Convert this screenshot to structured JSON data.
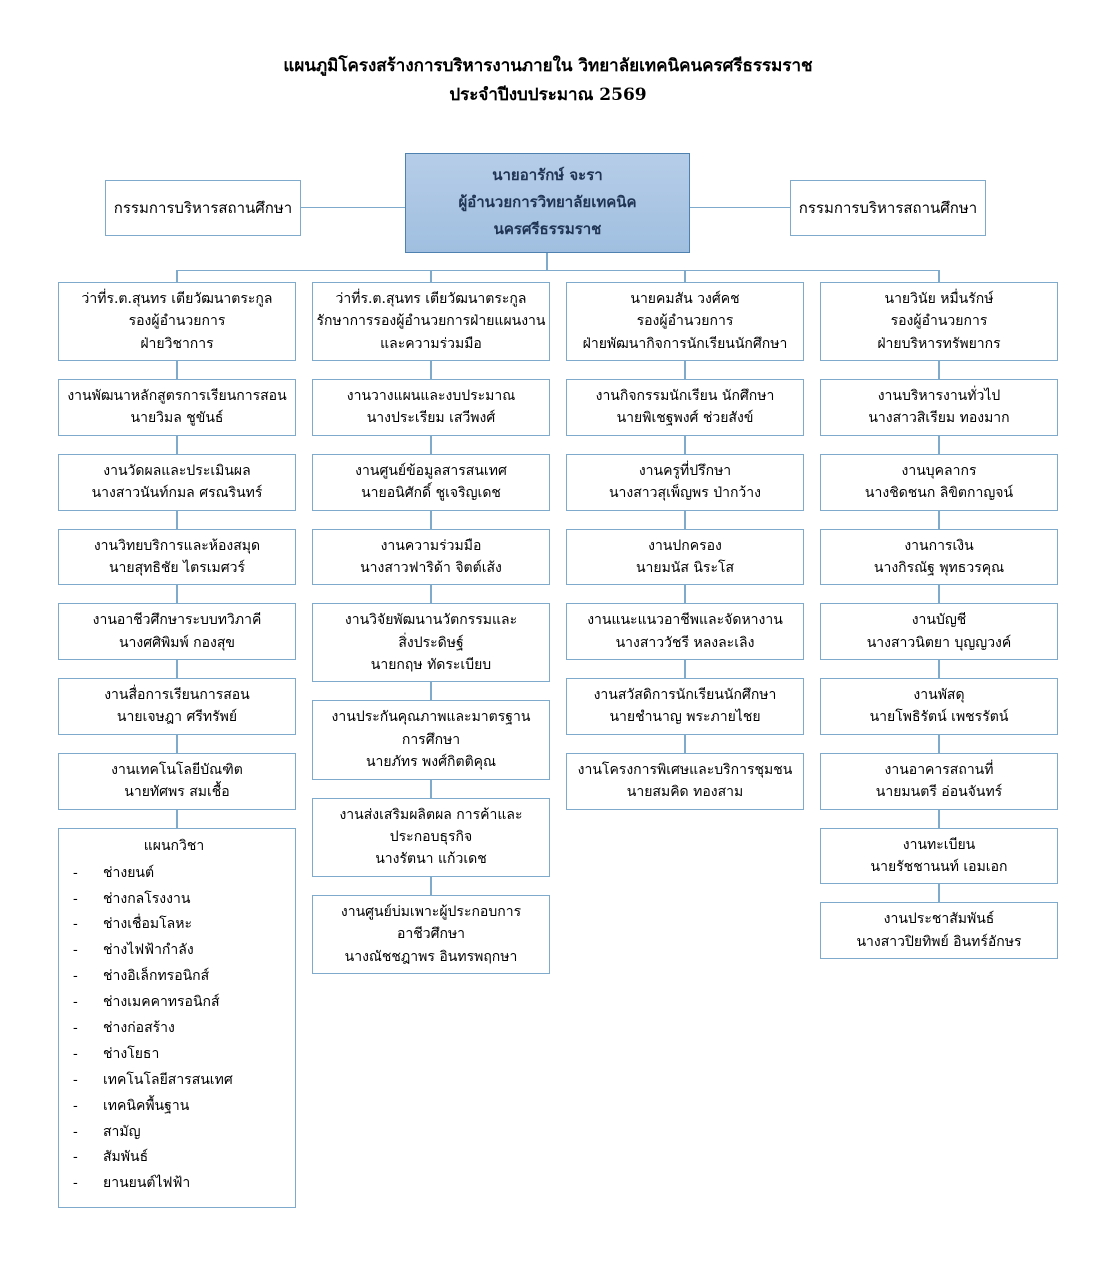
{
  "title": {
    "line1": "แผนภูมิโครงสร้างการบริหารงานภายใน วิทยาลัยเทคนิคนครศรีธรรมราช",
    "line2": "ประจำปีงบประมาณ 2569"
  },
  "top": {
    "left_committee": "กรรมการบริหารสถานศึกษา",
    "right_committee": "กรรมการบริหารสถานศึกษา",
    "director": {
      "name": "นายอารักษ์ จะรา",
      "position": "ผู้อำนวยการวิทยาลัยเทคนิคนครศรีธรรมราช"
    }
  },
  "colors": {
    "line": "#7FAACC",
    "director_fill": "#A9C6E5",
    "director_border": "#4E81B0",
    "box_border": "#7FAACC"
  },
  "columns": [
    {
      "head": [
        "ว่าที่ร.ต.สุนทร  เตียวัฒนาตระกูล",
        "รองผู้อำนวยการ",
        "ฝ่ายวิชาการ"
      ],
      "boxes": [
        [
          "งานพัฒนาหลักสูตรการเรียนการสอน",
          "นายวิมล ชูขันธ์"
        ],
        [
          "งานวัดผลและประเมินผล",
          "นางสาวนันท์กมล ศรณรินทร์"
        ],
        [
          "งานวิทยบริการและห้องสมุด",
          "นายสุทธิชัย ไตรเมศวร์"
        ],
        [
          "งานอาชีวศึกษาระบบทวิภาคี",
          "นางศศิพิมพ์ กองสุข"
        ],
        [
          "งานสื่อการเรียนการสอน",
          "นายเจษฎา ศรีทรัพย์"
        ],
        [
          "งานเทคโนโลยีบัณฑิต",
          "นายทัศพร สมเชื้อ"
        ]
      ],
      "dept": {
        "title": "แผนกวิชา",
        "items": [
          "ช่างยนต์",
          "ช่างกลโรงงาน",
          "ช่างเชื่อมโลหะ",
          "ช่างไฟฟ้ากำลัง",
          "ช่างอิเล็กทรอนิกส์",
          "ช่างเมคคาทรอนิกส์",
          "ช่างก่อสร้าง",
          "ช่างโยธา",
          "เทคโนโลยีสารสนเทศ",
          "เทคนิคพื้นฐาน",
          "สามัญ",
          "สัมพันธ์",
          "ยานยนต์ไฟฟ้า"
        ]
      }
    },
    {
      "head": [
        "ว่าที่ร.ต.สุนทร  เตียวัฒนาตระกูล",
        "รักษาการรองผู้อำนวยการฝ่ายแผนงาน",
        "และความร่วมมือ"
      ],
      "boxes": [
        [
          "งานวางแผนและงบประมาณ",
          "นางประเรียม เสวีพงศ์"
        ],
        [
          "งานศูนย์ข้อมูลสารสนเทศ",
          "นายอนิศักดิ์ ชูเจริญเดช"
        ],
        [
          "งานความร่วมมือ",
          "นางสาวฟาริด้า จิตต์เส้ง"
        ],
        [
          "งานวิจัยพัฒนานวัตกรรมและ",
          "สิ่งประดิษฐ์",
          "นายกฤษ  ทัดระเบียบ"
        ],
        [
          "งานประกันคุณภาพและมาตรฐาน",
          "การศึกษา",
          "นายภัทร พงศ์กิตติคุณ"
        ],
        [
          "งานส่งเสริมผลิตผล การค้าและ",
          "ประกอบธุรกิจ",
          "นางรัตนา  แก้วเดช"
        ],
        [
          "งานศูนย์บ่มเพาะผู้ประกอบการ",
          "อาชีวศึกษา",
          "นางณัชชฎาพร อินทรพฤกษา"
        ]
      ]
    },
    {
      "head": [
        "นายคมสัน วงศ์คช",
        "รองผู้อำนวยการ",
        "ฝ่ายพัฒนากิจการนักเรียนนักศึกษา"
      ],
      "boxes": [
        [
          "งานกิจกรรมนักเรียน นักศึกษา",
          "นายพิเชฐพงศ์ ช่วยสังข์"
        ],
        [
          "งานครูที่ปรึกษา",
          "นางสาวสุเพ็ญพร ป่ากว้าง"
        ],
        [
          "งานปกครอง",
          "นายมนัส นิระโส"
        ],
        [
          "งานแนะแนวอาชีพและจัดหางาน",
          "นางสาววัชรี  หลงละเลิง"
        ],
        [
          "งานสวัสดิการนักเรียนนักศึกษา",
          "นายชำนาญ  พระภายไชย"
        ],
        [
          "งานโครงการพิเศษและบริการชุมชน",
          "นายสมคิด ทองสาม"
        ]
      ]
    },
    {
      "head": [
        "นายวินัย หมื่นรักษ์",
        "รองผู้อำนวยการ",
        "ฝ่ายบริหารทรัพยากร"
      ],
      "boxes": [
        [
          "งานบริหารงานทั่วไป",
          "นางสาวสิเรียม ทองมาก"
        ],
        [
          "งานบุคลากร",
          "นางชิดชนก  ลิขิตกาญจน์"
        ],
        [
          "งานการเงิน",
          "นางกิรณัฐ  พุทธวรคุณ"
        ],
        [
          "งานบัญชี",
          "นางสาวนิตยา บุญญวงค์"
        ],
        [
          "งานพัสดุ",
          "นายโพธิรัตน์ เพชรรัตน์"
        ],
        [
          "งานอาคารสถานที่",
          "นายมนตรี อ่อนจันทร์"
        ],
        [
          "งานทะเบียน",
          "นายรัชชานนท์ เอมเอก"
        ],
        [
          "งานประชาสัมพันธ์",
          "นางสาวปิยทิพย์ อินทร์อักษร"
        ]
      ]
    }
  ]
}
